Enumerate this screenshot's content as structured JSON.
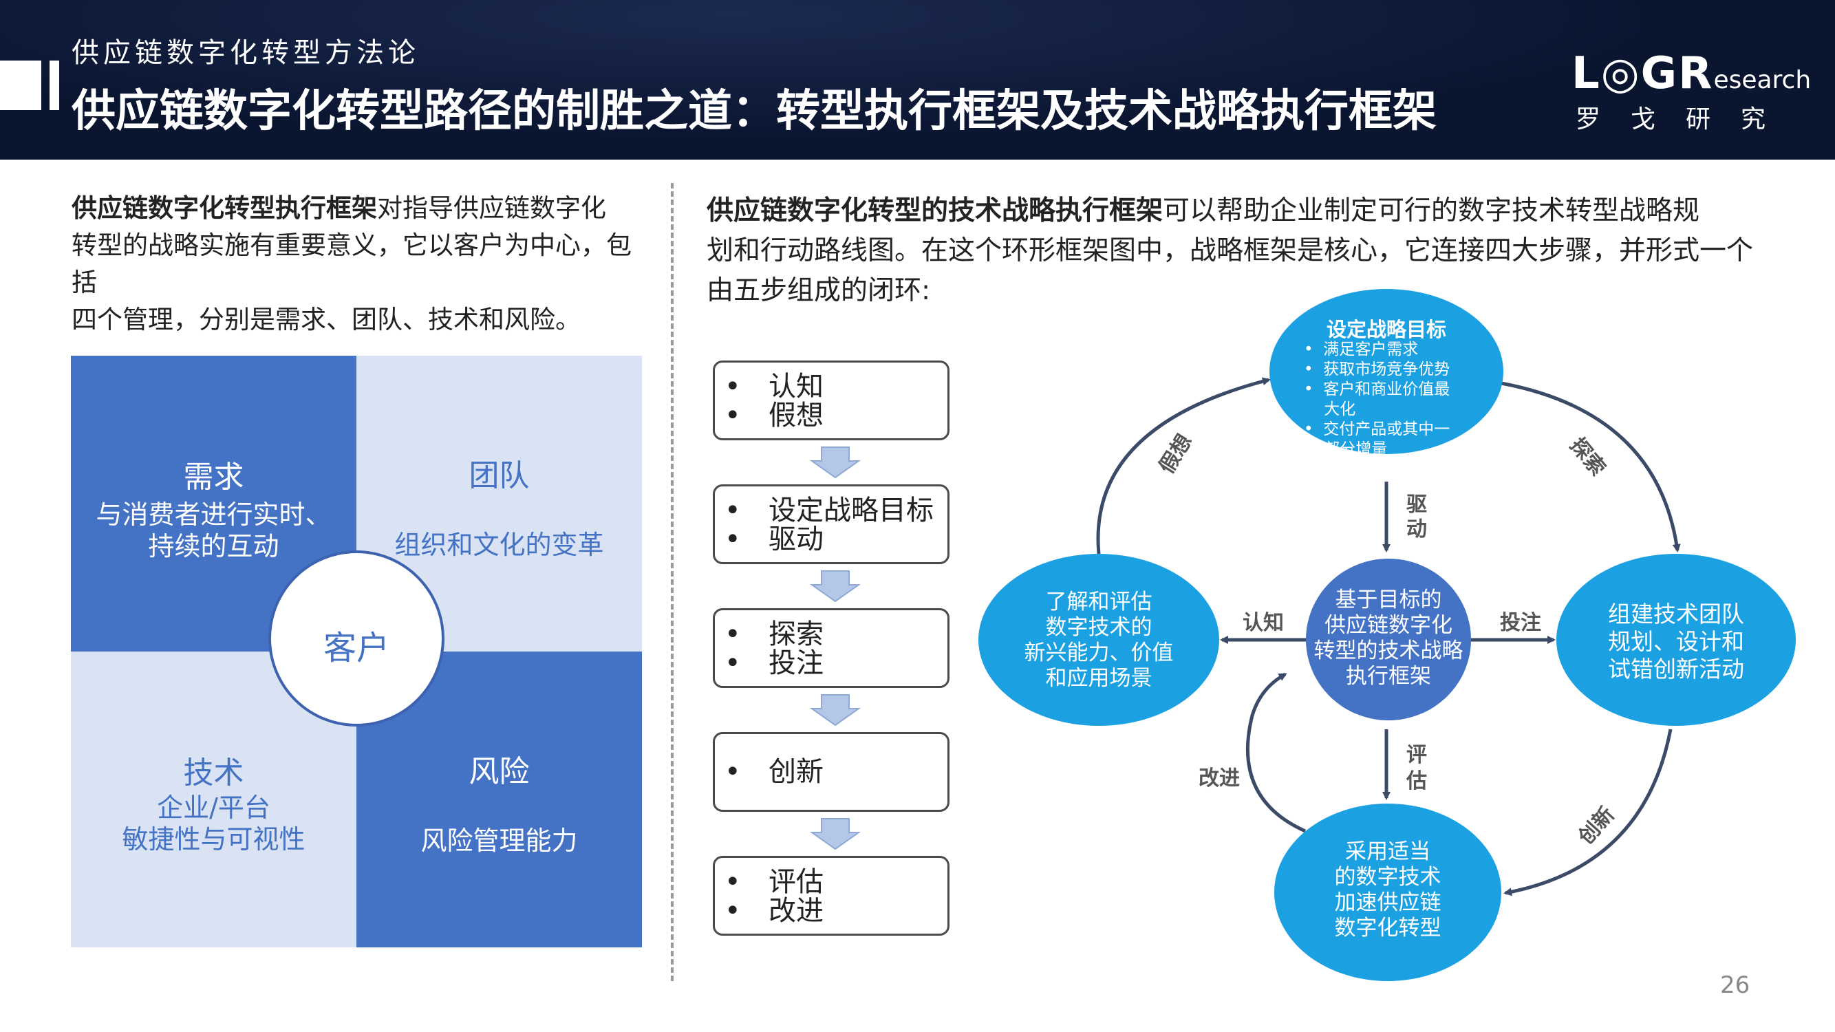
{
  "header": {
    "subtitle": "供应链数字化转型方法论",
    "title": "供应链数字化转型路径的制胜之道：转型执行框架及技术战略执行框架",
    "logo_main": "L◎GR",
    "logo_research": "esearch",
    "logo_cn": "罗戈研究"
  },
  "left_intro": {
    "bold": "供应链数字化转型执行框架",
    "line1_rest": "对指导供应链数字化",
    "line2": "转型的战略实施有重要意义，它以客户为中心，包括",
    "line3": "四个管理，分别是需求、团队、技术和风险。"
  },
  "right_intro": {
    "bold": "供应链数字化转型的技术战略执行框架",
    "line1_rest": "可以帮助企业制定可行的数字技术转型战略规",
    "line2": "划和行动路线图。在这个环形框架图中，战略框架是核心，它连接四大步骤，并形式一个",
    "line3": "由五步组成的闭环:"
  },
  "quadrant": {
    "demand": {
      "title": "需求",
      "line1": "与消费者进行实时、",
      "line2": "持续的互动"
    },
    "team": {
      "title": "团队",
      "line1": "组织和文化的变革"
    },
    "tech": {
      "title": "技术",
      "line1": "企业/平台",
      "line2": "敏捷性与可视性"
    },
    "risk": {
      "title": "风险",
      "line1": "风险管理能力"
    },
    "center": "客户"
  },
  "flow": [
    {
      "items": [
        "认知",
        "假想"
      ]
    },
    {
      "items": [
        "设定战略目标",
        "驱动"
      ]
    },
    {
      "items": [
        "探索",
        "投注"
      ]
    },
    {
      "items": [
        "创新"
      ]
    },
    {
      "items": [
        "评估",
        "改进"
      ]
    }
  ],
  "cycle": {
    "top": {
      "title": "设定战略目标",
      "bullets": [
        "满足客户需求",
        "获取市场竞争优势",
        "客户和商业价值最",
        "大化",
        "交付产品或其中一",
        "部分增量"
      ]
    },
    "left": [
      "了解和评估",
      "数字技术的",
      "新兴能力、价值",
      "和应用场景"
    ],
    "right": [
      "组建技术团队",
      "规划、设计和",
      "试错创新活动"
    ],
    "bottom": [
      "采用适当",
      "的数字技术",
      "加速供应链",
      "数字化转型"
    ],
    "center": [
      "基于目标的",
      "供应链数字化",
      "转型的技术战略",
      "执行框架"
    ],
    "labels": {
      "assume": "假想",
      "explore": "探索",
      "drive1": "驱",
      "drive2": "动",
      "cognize": "认知",
      "bet": "投注",
      "eval1": "评",
      "eval2": "估",
      "improve": "改进",
      "innovate": "创新"
    }
  },
  "colors": {
    "header_bg": "#0a1530",
    "quad_dark": "#4472c4",
    "quad_light": "#dae3f3",
    "circle_light": "#1ba1e2",
    "circle_center": "#4472c4",
    "arrow": "#3b4a66"
  },
  "page_number": "26"
}
